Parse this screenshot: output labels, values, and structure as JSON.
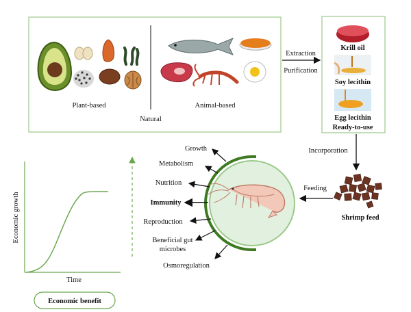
{
  "sources": {
    "plant_label": "Plant-based",
    "animal_label": "Animal-based",
    "natural_label": "Natural"
  },
  "process": {
    "extraction": "Extraction",
    "purification": "Purification",
    "incorporation": "Incorporation",
    "feeding": "Feeding"
  },
  "products": {
    "krill_oil": "Krill oil",
    "soy_lecithin": "Soy lecithin",
    "egg_lecithin": "Egg lecithin",
    "ready_to_use": "Ready-to-use"
  },
  "shrimp_feed": "Shrimp feed",
  "benefits": {
    "growth": "Growth",
    "metabolism": "Metabolism",
    "nutrition": "Nutrition",
    "immunity": "Immunity",
    "reproduction": "Reproduction",
    "gut_line1": "Beneficial gut",
    "gut_line2": "microbes",
    "osmoregulation": "Osmoregulation"
  },
  "graph": {
    "ylabel": "Economic growth",
    "xlabel": "Time"
  },
  "economic_benefit": "Economic benefit",
  "colors": {
    "green_border": "#9bc98a",
    "dark_green": "#3e7a22",
    "plant_text": "#6aa84f",
    "animal_text": "#b08a8a",
    "circle_fill": "#e2f1df"
  }
}
